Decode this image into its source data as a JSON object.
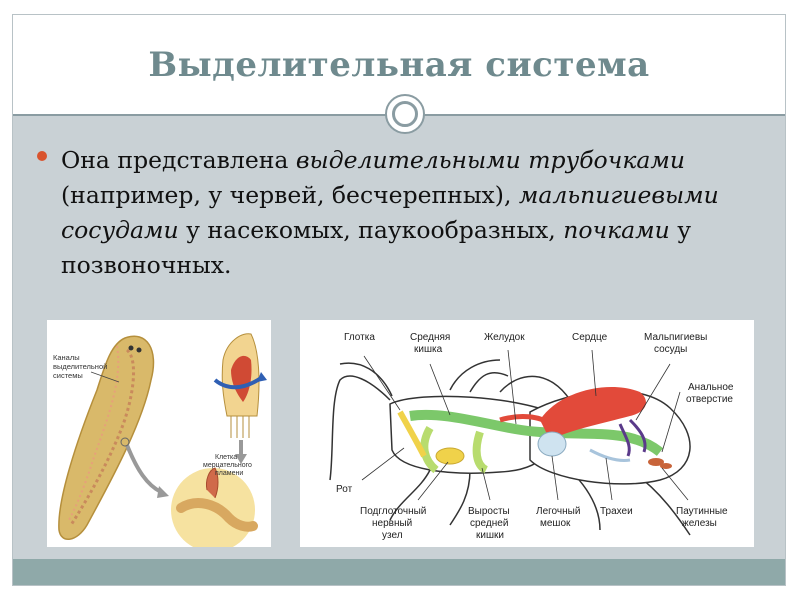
{
  "slide": {
    "title": "Выделительная система",
    "paragraph": {
      "t1": "Она представлена ",
      "i1": "выделительными трубочками",
      "t2": " (например, у червей, бесчерепных), ",
      "i2": "мальпигиевыми сосудами",
      "t3": " у насекомых, паукообразных, ",
      "i3": "почками",
      "t4": " у позвоночных."
    }
  },
  "flatworm_figure": {
    "label_canals": [
      "Каналы",
      "выделительной",
      "системы"
    ],
    "label_cell": [
      "Клетка",
      "мерцательного",
      "пламени"
    ]
  },
  "spider_figure": {
    "labels_top": {
      "pharynx": "Глотка",
      "midgut": [
        "Средняя",
        "кишка"
      ],
      "stomach": "Желудок",
      "heart": "Сердце",
      "malpighian": [
        "Мальпигиевы",
        "сосуды"
      ],
      "anus": [
        "Анальное",
        "отверстие"
      ]
    },
    "labels_bottom": {
      "mouth": "Рот",
      "ganglion": [
        "Подглоточный",
        "нервный",
        "узел"
      ],
      "outgrowths": [
        "Выросты",
        "средней",
        "кишки"
      ],
      "lung": [
        "Легочный",
        "мешок"
      ],
      "tracheae": "Трахеи",
      "glands": [
        "Паутинные",
        "железы"
      ]
    }
  },
  "colors": {
    "title": "#6f8a8e",
    "bullet": "#d9542e",
    "background": "#c9d1d5",
    "band": "#8fa9a9"
  }
}
